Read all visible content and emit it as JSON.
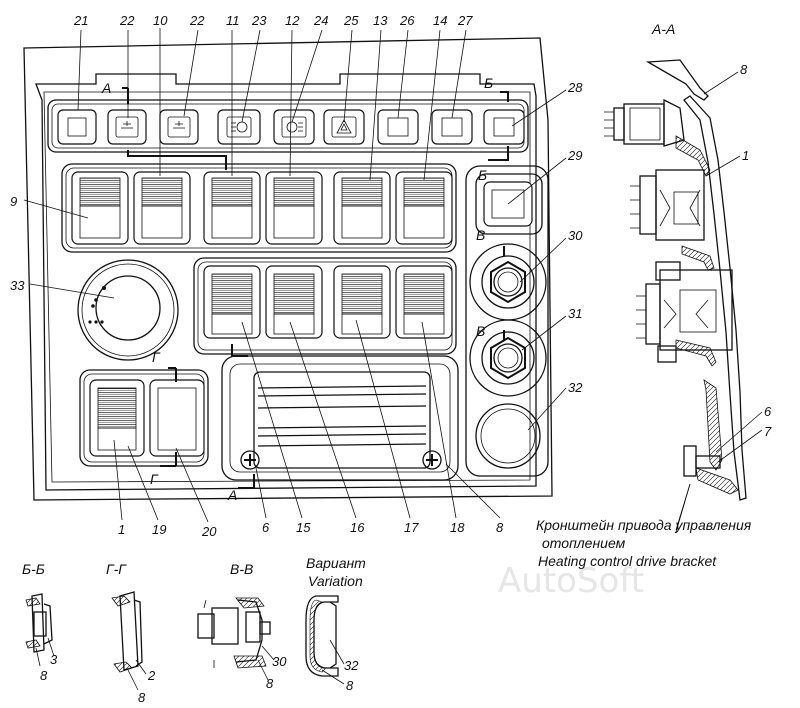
{
  "section_labels": {
    "top_a": "А",
    "top_b": "Б",
    "side_b": "Б",
    "v1": "В",
    "v2": "В",
    "g1": "Г",
    "g2": "Г",
    "bottom_a": "А",
    "aa_title": "А-А",
    "bb_title": "Б-Б",
    "gg_title": "Г-Г",
    "vv_title": "В-В",
    "variant_ru": "Вариант",
    "variant_en": "Variation"
  },
  "callouts": {
    "c21": "21",
    "c22a": "22",
    "c10": "10",
    "c22b": "22",
    "c11": "11",
    "c23": "23",
    "c12": "12",
    "c24": "24",
    "c25": "25",
    "c13": "13",
    "c26": "26",
    "c14": "14",
    "c27": "27",
    "c28": "28",
    "c29": "29",
    "c9": "9",
    "c30": "30",
    "c33": "33",
    "c31": "31",
    "c32": "32",
    "c1": "1",
    "c19": "19",
    "c20": "20",
    "c6": "6",
    "c15": "15",
    "c16": "16",
    "c17": "17",
    "c18": "18",
    "c8": "8",
    "aa_8": "8",
    "aa_1": "1",
    "aa_6": "6",
    "aa_7": "7",
    "bb_3": "3",
    "bb_8": "8",
    "gg_2": "2",
    "gg_8": "8",
    "vv_30": "30",
    "vv_8": "8",
    "var_32": "32",
    "var_8": "8"
  },
  "caption": {
    "ru_line1": "Кронштейн привода управления",
    "ru_line2": "отоплением",
    "en": "Heating control drive bracket"
  },
  "watermark": "AutoSoft"
}
